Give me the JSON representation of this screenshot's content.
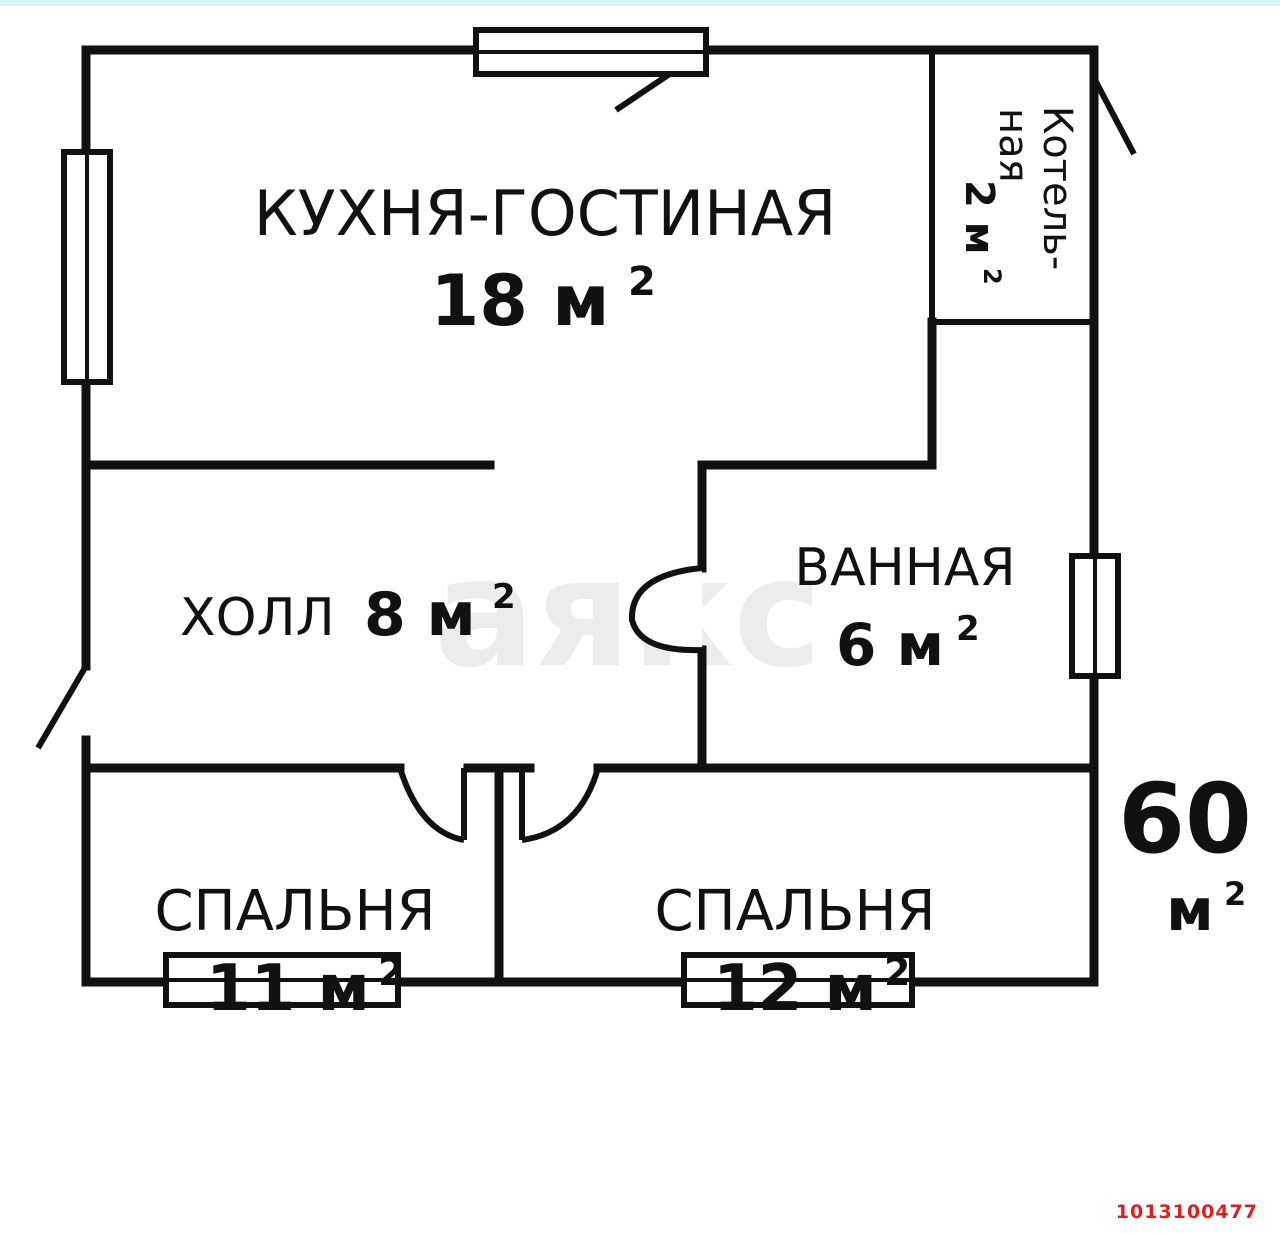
{
  "rooms": {
    "kitchen": {
      "name": "КУХНЯ-ГОСТИНАЯ",
      "area": "18 м",
      "sup": "2"
    },
    "boiler": {
      "name1": "Котель-",
      "name2": "ная",
      "area": "2 м",
      "sup": "2"
    },
    "hall": {
      "name": "ХОЛЛ",
      "area": "8 м",
      "sup": "2"
    },
    "bath": {
      "name": "ВАННАЯ",
      "area": "6 м",
      "sup": "2"
    },
    "bedroom_left": {
      "name": "СПАЛЬНЯ",
      "area": "11 м",
      "sup": "2"
    },
    "bedroom_right": {
      "name": "СПАЛЬНЯ",
      "area": "12 м",
      "sup": "2"
    }
  },
  "total": {
    "value": "60",
    "unit": "м",
    "sup": "2"
  },
  "watermark": "аякс",
  "listing_id": "1013100477",
  "colors": {
    "wall": "#111111",
    "listing_id": "#e01e1e",
    "watermark": "#ececec"
  }
}
